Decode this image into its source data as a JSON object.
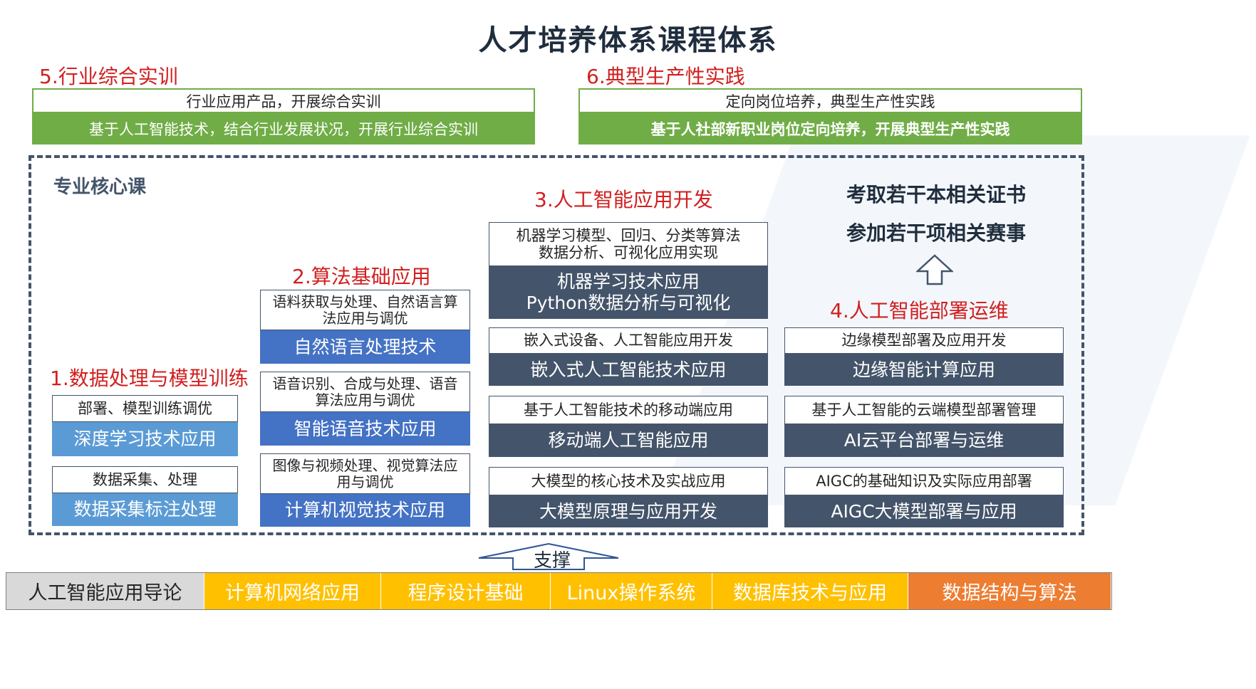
{
  "title": "人才培养体系课程体系",
  "section5": {
    "title": "5.行业综合实训",
    "white": "行业应用产品，开展综合实训",
    "green": "基于人工智能技术，结合行业发展状况，开展行业综合实训"
  },
  "section6": {
    "title": "6.典型生产性实践",
    "white": "定向岗位培养，典型生产性实践",
    "green": "基于人社部新职业岗位定向培养，开展典型生产性实践"
  },
  "core": {
    "title": "专业核心课",
    "cert1": "考取若干本相关证书",
    "cert2": "参加若干项相关赛事"
  },
  "col1": {
    "title": "1.数据处理与模型训练",
    "cards": [
      {
        "label": "部署、模型训练调优",
        "main": "深度学习技术应用"
      },
      {
        "label": "数据采集、处理",
        "main": "数据采集标注处理"
      }
    ]
  },
  "col2": {
    "title": "2.算法基础应用",
    "cards": [
      {
        "label": "语料获取与处理、自然语言算法应用与调优",
        "main": "自然语言处理技术"
      },
      {
        "label": "语音识别、合成与处理、语音算法应用与调优",
        "main": "智能语音技术应用"
      },
      {
        "label": "图像与视频处理、视觉算法应用与调优",
        "main": "计算机视觉技术应用"
      }
    ]
  },
  "col3": {
    "title": "3.人工智能应用开发",
    "cards": [
      {
        "label": "机器学习模型、回归、分类等算法\n数据分析、可视化应用实现",
        "main": "机器学习技术应用\nPython数据分析与可视化"
      },
      {
        "label": "嵌入式设备、人工智能应用开发",
        "main": "嵌入式人工智能技术应用"
      },
      {
        "label": "基于人工智能技术的移动端应用",
        "main": "移动端人工智能应用"
      },
      {
        "label": "大模型的核心技术及实战应用",
        "main": "大模型原理与应用开发"
      }
    ]
  },
  "col4": {
    "title": "4.人工智能部署运维",
    "cards": [
      {
        "label": "边缘模型部署及应用开发",
        "main": "边缘智能计算应用"
      },
      {
        "label": "基于人工智能的云端模型部署管理",
        "main": "AI云平台部署与运维"
      },
      {
        "label": "AIGC的基础知识及实际应用部署",
        "main": "AIGC大模型部署与应用"
      }
    ]
  },
  "support": "支撑",
  "foundation": [
    {
      "label": "人工智能应用导论",
      "color": "#d9d9d9",
      "text_color": "#262626"
    },
    {
      "label": "计算机网络应用",
      "color": "#ffc000",
      "text_color": "#ffffff"
    },
    {
      "label": "程序设计基础",
      "color": "#ffc000",
      "text_color": "#ffffff"
    },
    {
      "label": "Linux操作系统",
      "color": "#ffc000",
      "text_color": "#ffffff"
    },
    {
      "label": "数据库技术与应用",
      "color": "#ffc000",
      "text_color": "#ffffff"
    },
    {
      "label": "数据结构与算法",
      "color": "#ed7d31",
      "text_color": "#ffffff"
    }
  ],
  "colors": {
    "green": "#70ad47",
    "light_blue": "#5b9bd5",
    "blue": "#4472c4",
    "slate": "#44546a",
    "red": "#d11f1f"
  }
}
